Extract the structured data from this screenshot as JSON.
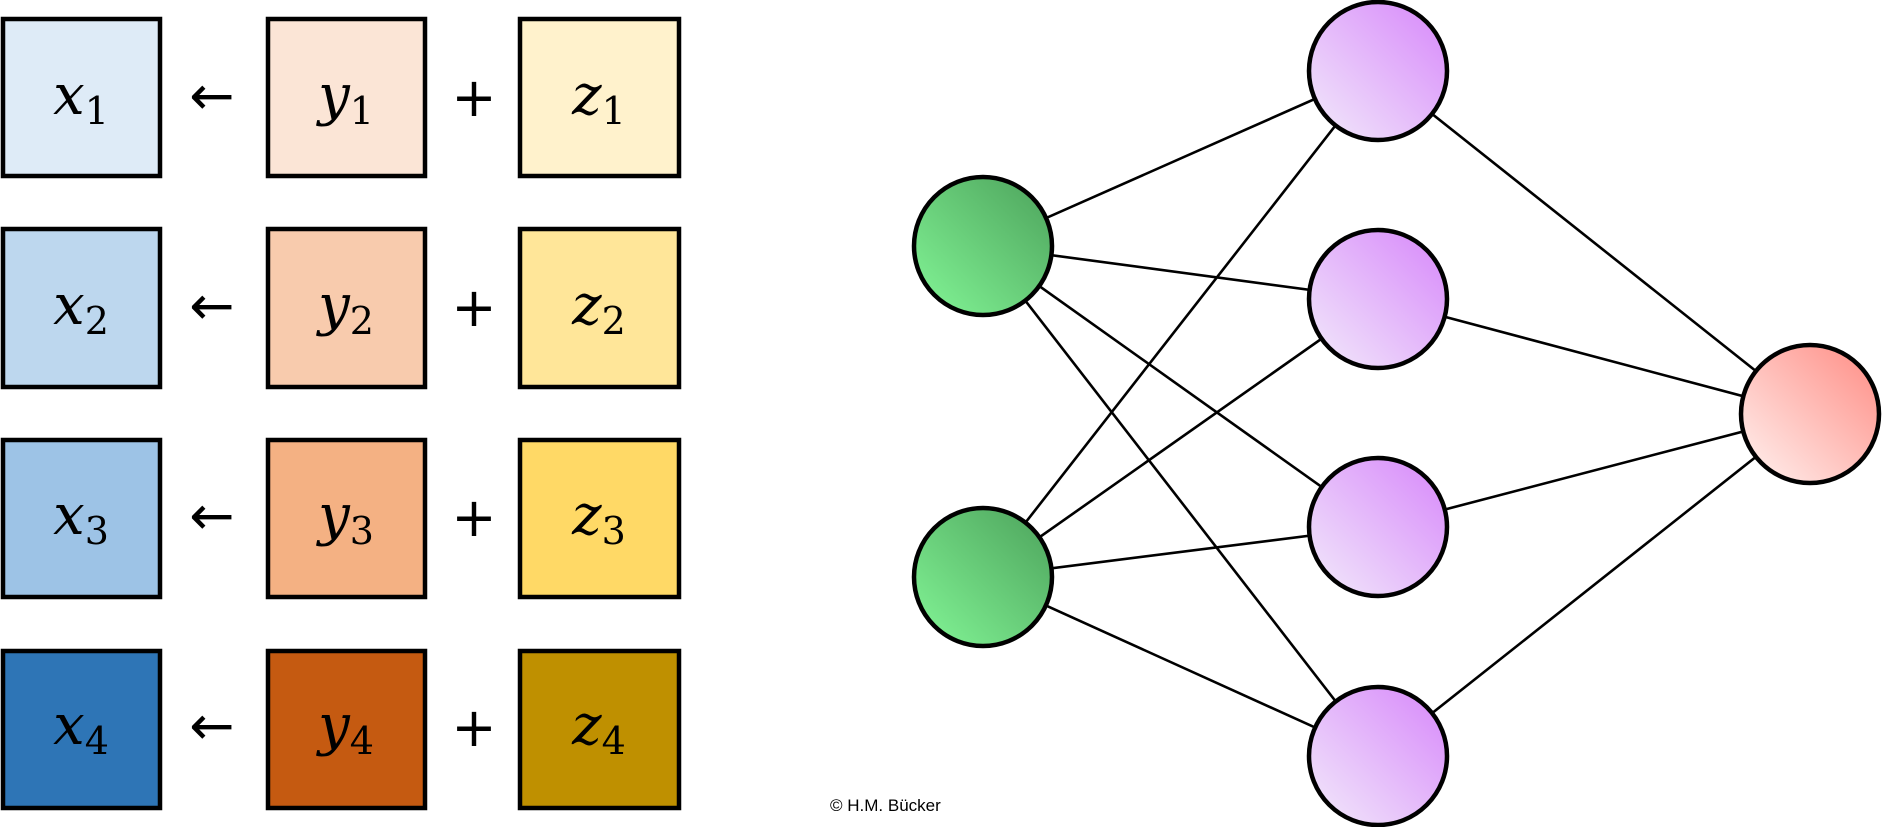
{
  "equations": [
    {
      "lhs": {
        "base": "x",
        "sub": "1",
        "fill": "#DEEBF7"
      },
      "arrow": "←",
      "a": {
        "base": "y",
        "sub": "1",
        "fill": "#FBE5D6"
      },
      "op": "+",
      "b": {
        "base": "z",
        "sub": "1",
        "fill": "#FFF2CC"
      }
    },
    {
      "lhs": {
        "base": "x",
        "sub": "2",
        "fill": "#BDD7EE"
      },
      "arrow": "←",
      "a": {
        "base": "y",
        "sub": "2",
        "fill": "#F8CBAD"
      },
      "op": "+",
      "b": {
        "base": "z",
        "sub": "2",
        "fill": "#FFE699"
      }
    },
    {
      "lhs": {
        "base": "x",
        "sub": "3",
        "fill": "#9DC3E6"
      },
      "arrow": "←",
      "a": {
        "base": "y",
        "sub": "3",
        "fill": "#F4B183"
      },
      "op": "+",
      "b": {
        "base": "z",
        "sub": "3",
        "fill": "#FFD966"
      }
    },
    {
      "lhs": {
        "base": "x",
        "sub": "4",
        "fill": "#2E75B6"
      },
      "arrow": "←",
      "a": {
        "base": "y",
        "sub": "4",
        "fill": "#C55A11"
      },
      "op": "+",
      "b": {
        "base": "z",
        "sub": "4",
        "fill": "#BF9000"
      }
    }
  ],
  "network": {
    "layers": [
      {
        "role": "input",
        "count": 2,
        "colors": [
          "#7BEA8E",
          "#4FA65E"
        ]
      },
      {
        "role": "hidden",
        "count": 4,
        "colors": [
          "#EEDCFA",
          "#D88BFA"
        ]
      },
      {
        "role": "output",
        "count": 1,
        "colors": [
          "#FFE4E1",
          "#FF9088"
        ]
      }
    ],
    "fully_connected": true
  },
  "copyright": "© H.M. Bücker"
}
